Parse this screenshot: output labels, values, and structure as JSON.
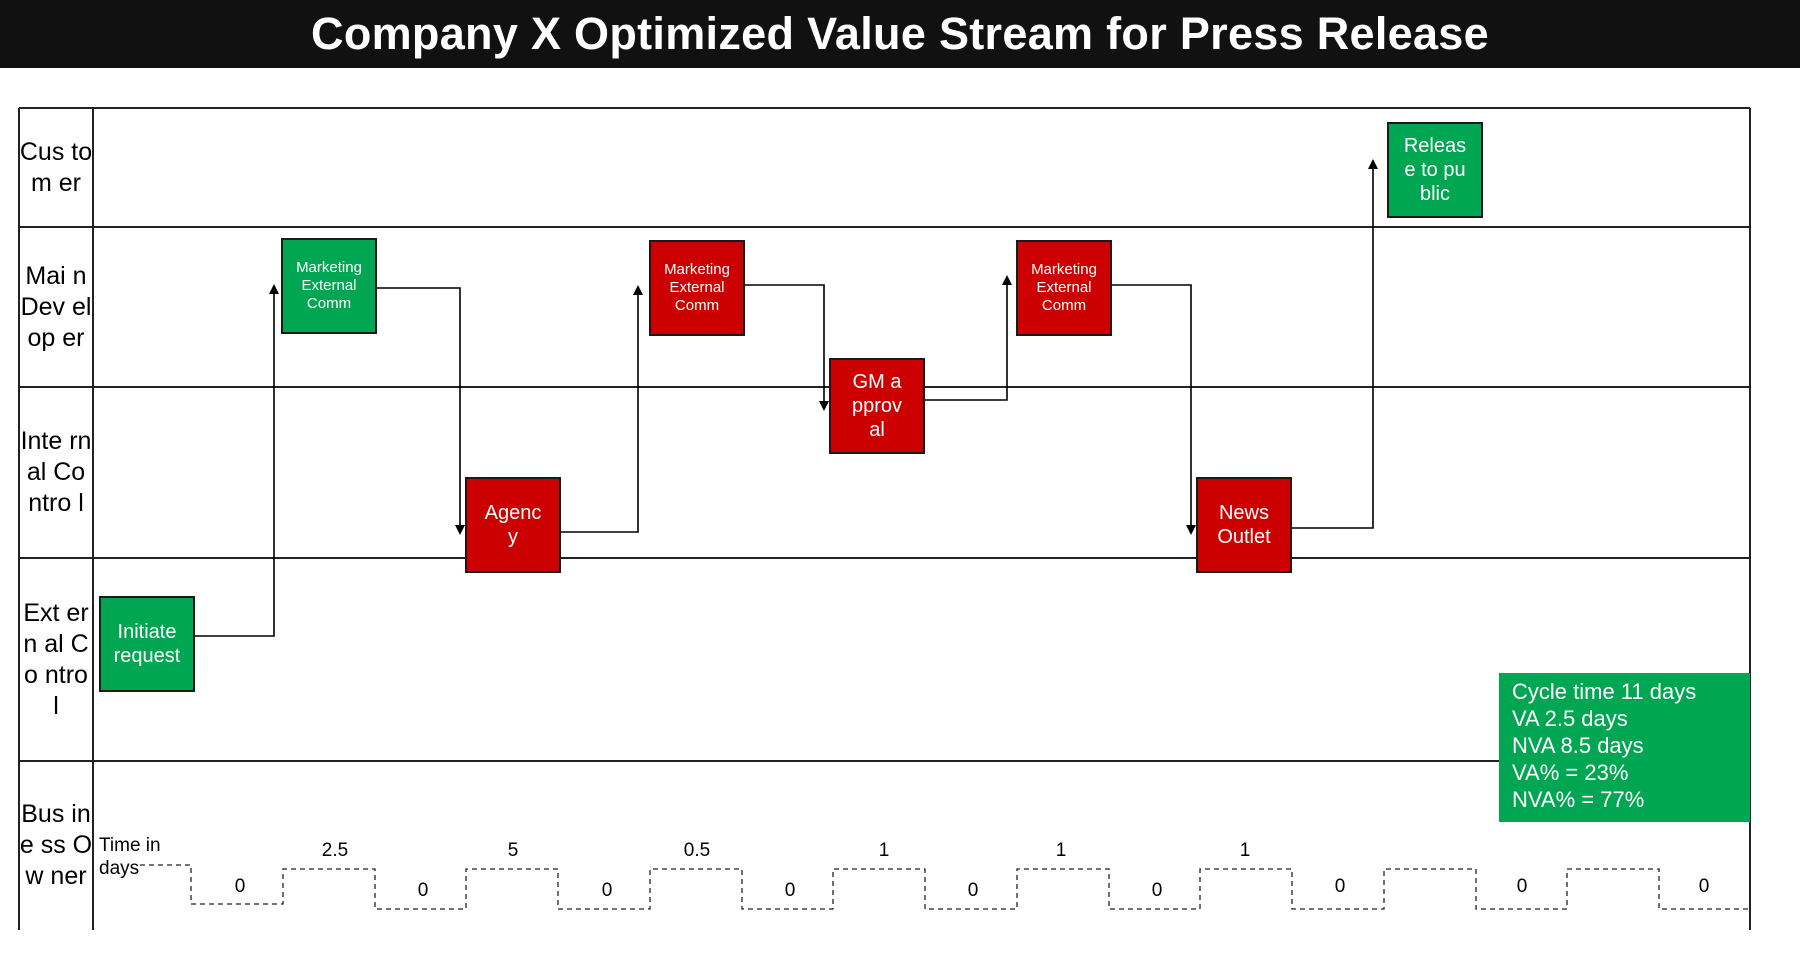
{
  "title": "Company X Optimized Value Stream for Press Release",
  "lanes": [
    "Customer",
    "Main Developer",
    "Internal Control",
    "External Control",
    "Business Owner"
  ],
  "lane_labels_wrapped": [
    "Cus tom er",
    "Mai n Dev elop er",
    "Inte rnal Co ntro l",
    "Ext ern al Co ntro l",
    "Bus ine ss Ow ner"
  ],
  "steps": {
    "initiate": "Initiate request",
    "mktg1": "Marketing External Comm",
    "agency": "Agency",
    "mktg2": "Marketing External Comm",
    "gm": "GM approval",
    "mktg3": "Marketing External Comm",
    "news": "News Outlet",
    "release": "Release to public"
  },
  "timeline": {
    "label": "Time in days",
    "process_times": [
      "2.5",
      "5",
      "0.5",
      "1",
      "1",
      "1"
    ],
    "wait_times": [
      "0",
      "0",
      "0",
      "0",
      "0",
      "0",
      "0",
      "0",
      "0"
    ]
  },
  "metrics": [
    "Cycle time 11 days",
    "VA 2.5 days",
    "NVA 8.5 days",
    "VA% = 23%",
    "NVA% = 77%"
  ],
  "colors": {
    "va": "#00a651",
    "nva": "#cc0000",
    "title_bg": "#111111"
  }
}
